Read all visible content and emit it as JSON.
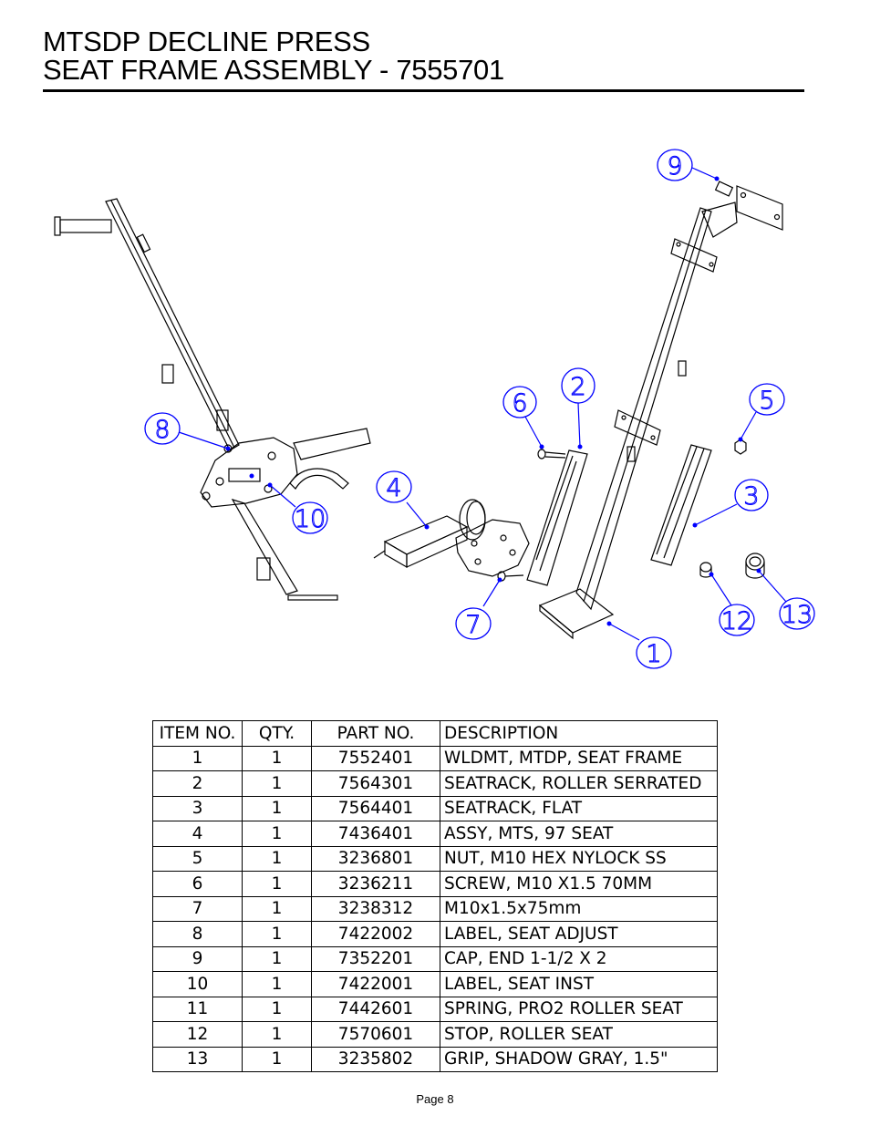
{
  "title": {
    "line1": "MTSDP DECLINE PRESS",
    "line2": "SEAT FRAME ASSEMBLY - 7555701"
  },
  "balloons": [
    "9",
    "2",
    "6",
    "5",
    "4",
    "3",
    "8",
    "10",
    "7",
    "12",
    "13",
    "1"
  ],
  "bom": {
    "headers": [
      "ITEM NO.",
      "QTY.",
      "PART NO.",
      "DESCRIPTION"
    ],
    "rows": [
      [
        "1",
        "1",
        "7552401",
        "WLDMT, MTDP, SEAT FRAME"
      ],
      [
        "2",
        "1",
        "7564301",
        "SEATRACK, ROLLER SERRATED"
      ],
      [
        "3",
        "1",
        "7564401",
        "SEATRACK, FLAT"
      ],
      [
        "4",
        "1",
        "7436401",
        "ASSY, MTS, 97 SEAT"
      ],
      [
        "5",
        "1",
        "3236801",
        "NUT, M10 HEX  NYLOCK SS"
      ],
      [
        "6",
        "1",
        "3236211",
        "SCREW, M10 X1.5 70MM"
      ],
      [
        "7",
        "1",
        "3238312",
        "M10x1.5x75mm"
      ],
      [
        "8",
        "1",
        "7422002",
        "LABEL, SEAT ADJUST"
      ],
      [
        "9",
        "1",
        "7352201",
        "CAP, END 1-1/2 X 2"
      ],
      [
        "10",
        "1",
        "7422001",
        "LABEL, SEAT INST"
      ],
      [
        "11",
        "1",
        "7442601",
        "SPRING, PRO2 ROLLER SEAT"
      ],
      [
        "12",
        "1",
        "7570601",
        "STOP, ROLLER SEAT"
      ],
      [
        "13",
        "1",
        "3235802",
        "GRIP, SHADOW GRAY, 1.5\""
      ]
    ]
  },
  "footer": {
    "page": "Page 8"
  },
  "colors": {
    "balloon": "#0000ff",
    "line": "#000000"
  }
}
